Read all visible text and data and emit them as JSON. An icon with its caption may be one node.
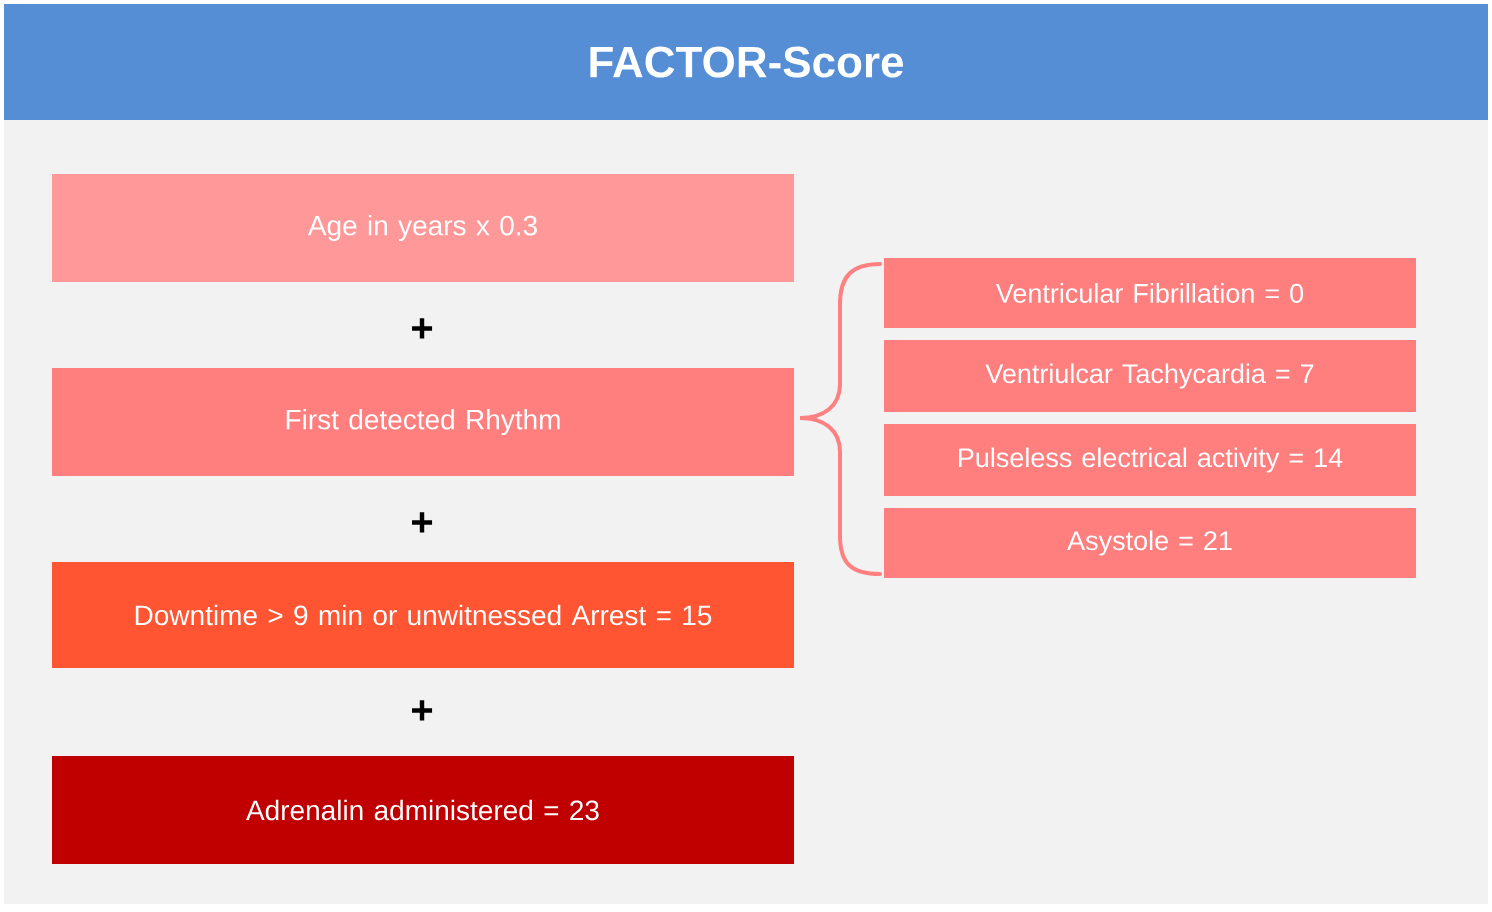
{
  "diagram": {
    "title": "FACTOR-Score",
    "nodes": [
      {
        "text": [
          "Age in years x 0.3"
        ]
      },
      {
        "text": [
          "First detected Rhythm"
        ]
      },
      {
        "text": [
          "Downtime > 9 min or unwitnessed Arrest = 15"
        ]
      },
      {
        "text": [
          "Adrenalin administered = 23"
        ]
      },
      {
        "text": [
          "Ventricular Fibrillation = 0"
        ]
      },
      {
        "text": [
          "Ventriulcar Tachycardia = 7"
        ]
      },
      {
        "text": [
          "Pulseless electrical activity = 14"
        ]
      },
      {
        "text": [
          "Asystole = 21"
        ]
      }
    ],
    "labels": [
      "+",
      "+",
      "+"
    ]
  }
}
